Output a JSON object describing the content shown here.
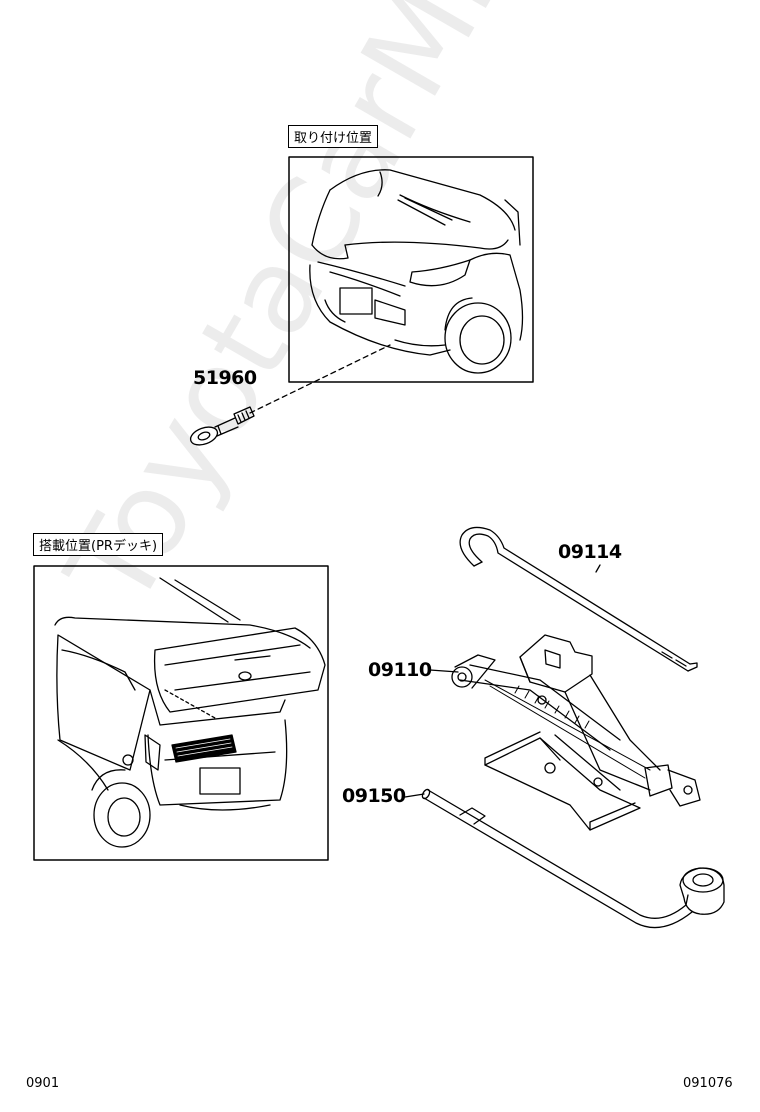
{
  "install_location_label": "取り付け位置",
  "stowage_location_label": "搭載位置(PRデッキ)",
  "parts": [
    {
      "id": "towing-eye",
      "number": "51960"
    },
    {
      "id": "jack-handle",
      "number": "09114"
    },
    {
      "id": "jack",
      "number": "09110"
    },
    {
      "id": "wheel-wrench",
      "number": "09150"
    }
  ],
  "footer": {
    "left_code": "0901",
    "right_code": "091076"
  },
  "watermark": "ToyotaCarMine.ru"
}
